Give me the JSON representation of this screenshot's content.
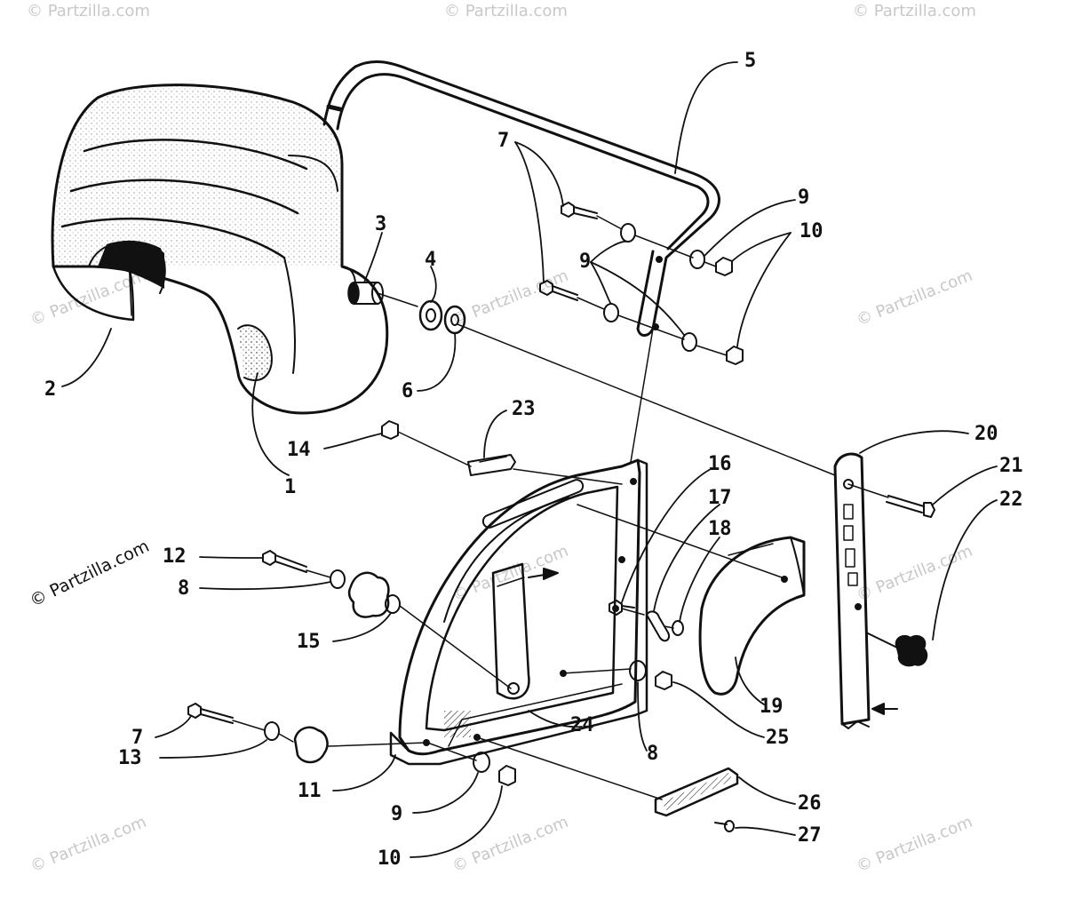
{
  "watermarks": {
    "main": "© Partzilla.com",
    "faint": "© Partzilla.com"
  },
  "callouts": {
    "c1": "1",
    "c2": "2",
    "c3": "3",
    "c4": "4",
    "c5": "5",
    "c6": "6",
    "c7a": "7",
    "c7b": "7",
    "c8a": "8",
    "c8b": "8",
    "c9a": "9",
    "c9b": "9",
    "c9c": "9",
    "c10a": "10",
    "c10b": "10",
    "c11": "11",
    "c12": "12",
    "c13": "13",
    "c14": "14",
    "c15": "15",
    "c16": "16",
    "c17": "17",
    "c18": "18",
    "c19": "19",
    "c20": "20",
    "c21": "21",
    "c22": "22",
    "c23": "23",
    "c24": "24",
    "c25": "25",
    "c26": "26",
    "c27": "27"
  },
  "colors": {
    "ink": "#111111",
    "watermark": "#c8c8c8"
  }
}
